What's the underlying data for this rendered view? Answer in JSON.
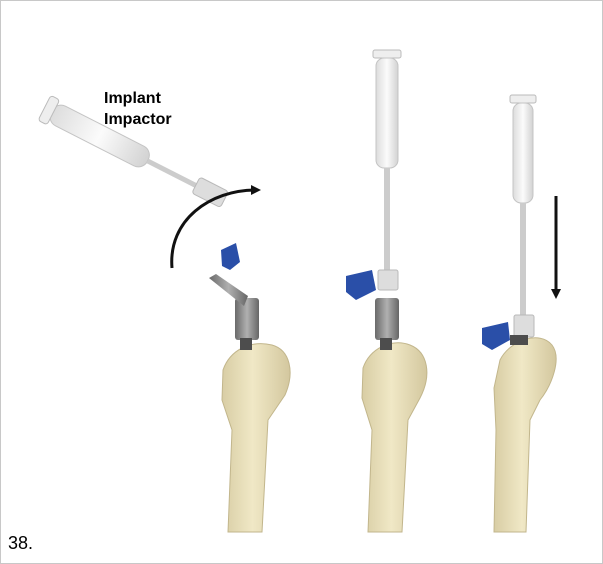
{
  "labels": {
    "impactor_line1": "Implant",
    "impactor_line2": "Impactor",
    "figure_number": "38."
  },
  "colors": {
    "bone": "#ece3bf",
    "bone_shade": "#cfc39a",
    "metal": "#8e8e8e",
    "metal_dark": "#555555",
    "glass": "#ececec",
    "clip_blue": "#2a4fa8",
    "arrow": "#111111"
  },
  "icons": {
    "rotation": "curved-arrow-icon",
    "direction": "down-arrow-icon"
  }
}
